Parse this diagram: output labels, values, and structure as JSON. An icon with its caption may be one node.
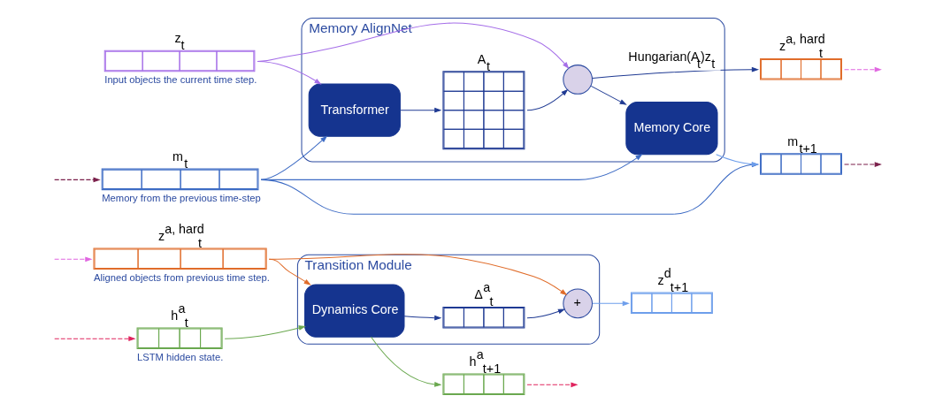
{
  "diagram": {
    "nodes": [
      {
        "text": [
          "h$^{a}$$_{t}$"
        ],
        "beside": [
          "LSTM hidden state."
        ]
      },
      {
        "text": [
          "z$^{a, hard}$$_{t}$"
        ],
        "beside": [
          "Aligned objects from previous time step."
        ]
      },
      {
        "text": [
          "m$_{t}$"
        ],
        "beside": [
          "Memory from the previous time-step"
        ]
      },
      {
        "text": [
          "z$_{t}$"
        ],
        "beside": [
          "Input objects the current time step."
        ]
      },
      {
        "text": [
          "Transition Module"
        ]
      },
      {
        "text": [
          "Dynamics Core"
        ],
        "in": 4
      },
      {
        "text": [
          "Δ$^{a}$$_{t}$"
        ],
        "in": 4
      },
      {
        "text": [
          "+"
        ],
        "in": 4
      },
      {
        "text": [
          "Memory AlignNet"
        ]
      },
      {
        "text": [
          "Transformer"
        ],
        "in": 8
      },
      {
        "text": [
          "A$_{t}$"
        ],
        "in": 8
      },
      {
        "text": [],
        "shape": "circle",
        "in": 8
      },
      {
        "text": [
          "Memory Core"
        ],
        "in": 8
      },
      {
        "text": [
          "h$^{a}$$_{t+1}$"
        ]
      },
      {
        "text": [
          "z$^{d}$$_{t+1}$"
        ]
      },
      {
        "text": [
          "m$_{t+1}$"
        ]
      },
      {
        "text": [
          "z$^{a, hard}$$_{t}$"
        ]
      }
    ],
    "edges": [
      {
        "from": null,
        "to": 0,
        "arrow": "to",
        "style": "dashed",
        "color": "#e0245e"
      },
      {
        "from": null,
        "to": 1,
        "arrow": "to",
        "style": "dashed",
        "color": "#e066e0"
      },
      {
        "from": null,
        "to": 2,
        "arrow": "to",
        "style": "dashed",
        "color": "#7a1f4a"
      },
      {
        "from": 0,
        "to": 5,
        "arrow": "to",
        "color": "#6aa84f"
      },
      {
        "from": 1,
        "to": 5,
        "arrow": "to",
        "color": "#e06c2a"
      },
      {
        "from": 1,
        "to": 7,
        "arrow": "to",
        "color": "#e06c2a"
      },
      {
        "from": 5,
        "to": 13,
        "arrow": "to",
        "color": "#6aa84f"
      },
      {
        "from": 5,
        "to": 6,
        "arrow": "to"
      },
      {
        "from": 6,
        "to": 7,
        "arrow": "to"
      },
      {
        "from": 7,
        "to": 14,
        "arrow": "to",
        "color": "#6d9eeb"
      },
      {
        "from": 2,
        "to": 12,
        "arrow": "to",
        "color": "#3d6bc4"
      },
      {
        "from": 2,
        "to": 15,
        "arrow": "to",
        "color": "#3d6bc4"
      },
      {
        "from": 2,
        "to": 9,
        "arrow": "to",
        "color": "#3d6bc4"
      },
      {
        "from": 3,
        "to": 9,
        "arrow": "to",
        "color": "#a56ee8"
      },
      {
        "from": 3,
        "to": 11,
        "arrow": "to",
        "color": "#a56ee8"
      },
      {
        "from": 9,
        "to": 10,
        "arrow": "to"
      },
      {
        "from": 10,
        "to": 11,
        "arrow": "to"
      },
      {
        "from": 11,
        "to": 12,
        "arrow": "to"
      },
      {
        "from": 11,
        "to": 16,
        "arrow": "to",
        "label": "Hungarian(A$_{t}$)z$_{t}$"
      },
      {
        "from": 12,
        "to": 15,
        "arrow": "to",
        "color": "#6d9eeb"
      },
      {
        "from": 13,
        "to": null,
        "arrow": "to",
        "style": "dashed",
        "color": "#e0245e"
      },
      {
        "from": 15,
        "to": null,
        "arrow": "to",
        "style": "dashed",
        "color": "#7a1f4a"
      },
      {
        "from": 16,
        "to": null,
        "arrow": "to",
        "style": "dashed",
        "color": "#e066e0"
      }
    ]
  }
}
